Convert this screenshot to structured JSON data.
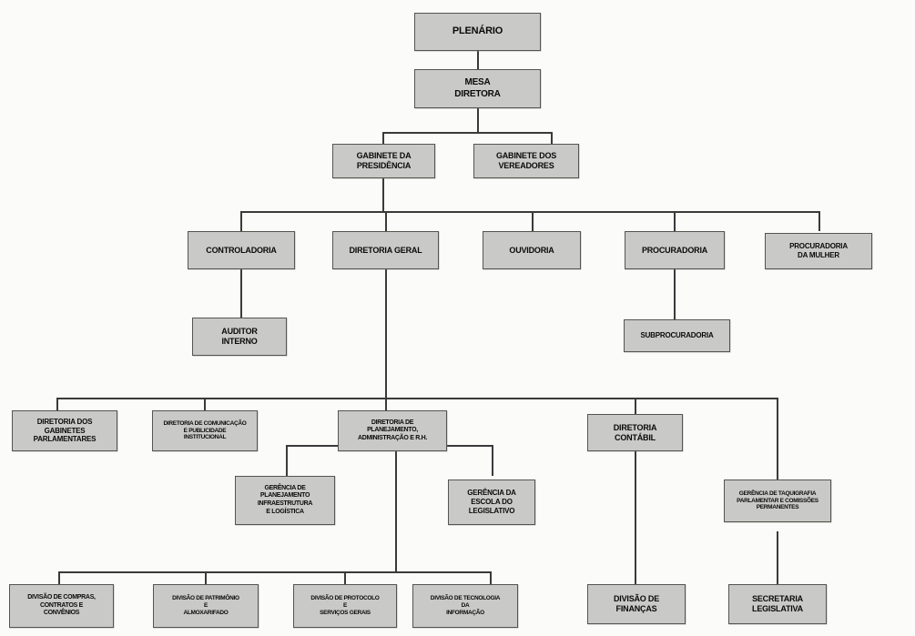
{
  "diagram": {
    "title": "Organograma",
    "type": "organizational-chart",
    "box_fill": "#c9c9c7",
    "box_border": "#55554f",
    "line_color": "#3a3a3a",
    "background": "#fbfbf9",
    "nodes": [
      {
        "id": "plenario",
        "label": "PLENÁRIO",
        "level": 1
      },
      {
        "id": "mesa",
        "label": "MESA\nDIRETORA",
        "level": 2
      },
      {
        "id": "gab-presidencia",
        "label": "GABINETE DA\nPRESIDÊNCIA",
        "level": 3
      },
      {
        "id": "gab-vereadores",
        "label": "GABINETE DOS\nVEREADORES",
        "level": 3
      },
      {
        "id": "controladoria",
        "label": "CONTROLADORIA",
        "level": 4
      },
      {
        "id": "diretoria-geral",
        "label": "DIRETORIA GERAL",
        "level": 4
      },
      {
        "id": "ouvidoria",
        "label": "OUVIDORIA",
        "level": 4
      },
      {
        "id": "procuradoria",
        "label": "PROCURADORIA",
        "level": 4
      },
      {
        "id": "proc-mulher",
        "label": "PROCURADORIA\nDA MULHER",
        "level": 4
      },
      {
        "id": "auditor",
        "label": "AUDITOR\nINTERNO",
        "level": 5
      },
      {
        "id": "subprocuradoria",
        "label": "SUBPROCURADORIA",
        "level": 5
      },
      {
        "id": "dir-gabinetes",
        "label": "DIRETORIA DOS\nGABINETES\nPARLAMENTARES",
        "level": 6
      },
      {
        "id": "dir-comunicacao",
        "label": "DIRETORIA DE COMUNICAÇÃO\nE PUBLICIDADE\nINSTITUCIONAL",
        "level": 6
      },
      {
        "id": "dir-planejamento",
        "label": "DIRETORIA DE\nPLANEJAMENTO,\nADMINISTRAÇÃO E R.H.",
        "level": 6
      },
      {
        "id": "dir-contabil",
        "label": "DIRETORIA\nCONTÁBIL",
        "level": 6
      },
      {
        "id": "ger-planejamento",
        "label": "GERÊNCIA DE\nPLANEJAMENTO\nINFRAESTRUTURA\nE LOGÍSTICA",
        "level": 7
      },
      {
        "id": "ger-escola",
        "label": "GERÊNCIA DA\nESCOLA DO\nLEGISLATIVO",
        "level": 7
      },
      {
        "id": "ger-taquigrafia",
        "label": "GERÊNCIA DE TAQUIGRAFIA\nPARLAMENTAR E COMISSÕES\nPERMANENTES",
        "level": 7
      },
      {
        "id": "div-compras",
        "label": "DIVISÃO DE COMPRAS,\nCONTRATOS E\nCONVÊNIOS",
        "level": 8
      },
      {
        "id": "div-patrimonio",
        "label": "DIVISÃO DE PATRIMÔNIO\nE\nALMOXARIFADO",
        "level": 8
      },
      {
        "id": "div-protocolo",
        "label": "DIVISÃO DE PROTOCOLO\nE\nSERVIÇOS GERAIS",
        "level": 8
      },
      {
        "id": "div-tecnologia",
        "label": "DIVISÃO DE TECNOLOGIA\nDA\nINFORMAÇÃO",
        "level": 8
      },
      {
        "id": "div-financas",
        "label": "DIVISÃO  DE\nFINANÇAS",
        "level": 8
      },
      {
        "id": "sec-legislativa",
        "label": "SECRETARIA\nLEGISLATIVA",
        "level": 8
      }
    ]
  }
}
